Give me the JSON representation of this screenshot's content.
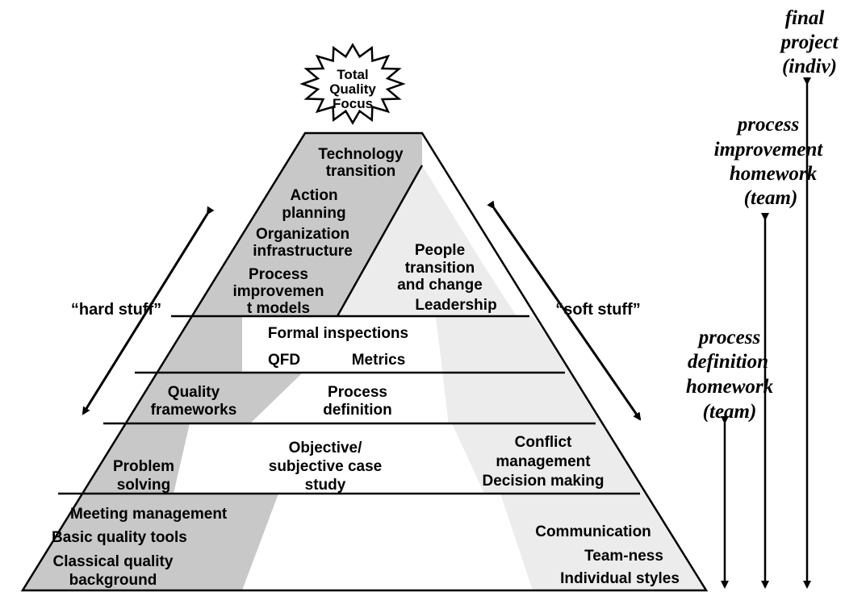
{
  "apex": {
    "line1": "Total",
    "line2": "Quality",
    "line3": "Focus"
  },
  "pyramid": {
    "top": {
      "left": {
        "technology": [
          "Technology",
          "transition"
        ],
        "action": [
          "Action",
          "planning"
        ],
        "organization": [
          "Organization",
          "infrastructure"
        ],
        "process_models": [
          "Process",
          "improvemen",
          "t models"
        ]
      },
      "right": {
        "people": [
          "People",
          "transition",
          "and change"
        ],
        "leadership": "Leadership"
      }
    },
    "tier2": {
      "formal": "Formal inspections",
      "qfd": "QFD",
      "metrics": "Metrics"
    },
    "tier3": {
      "quality_frameworks": [
        "Quality",
        "frameworks"
      ],
      "process_definition": [
        "Process",
        "definition"
      ]
    },
    "tier4": {
      "problem": [
        "Problem",
        "solving"
      ],
      "case_study": [
        "Objective/",
        "subjective case",
        "study"
      ],
      "conflict": [
        "Conflict",
        "management",
        "Decision making"
      ]
    },
    "tier5": {
      "meeting": "Meeting management",
      "basic_tools": "Basic quality tools",
      "classical": [
        "Classical quality",
        "background"
      ],
      "communication": "Communication",
      "teamness": "Team-ness",
      "individual": "Individual styles"
    }
  },
  "side_labels": {
    "hard": "“hard stuff”",
    "soft": "“soft stuff”"
  },
  "homework": {
    "final": [
      "final",
      "project",
      "(indiv)"
    ],
    "improvement": [
      "process",
      "improvement",
      "homework",
      "(team)"
    ],
    "definition": [
      "process",
      "definition",
      "homework",
      "(team)"
    ]
  },
  "colors": {
    "dark_band": "#c8c8c8",
    "light_band": "#ececec",
    "line": "#000000"
  }
}
